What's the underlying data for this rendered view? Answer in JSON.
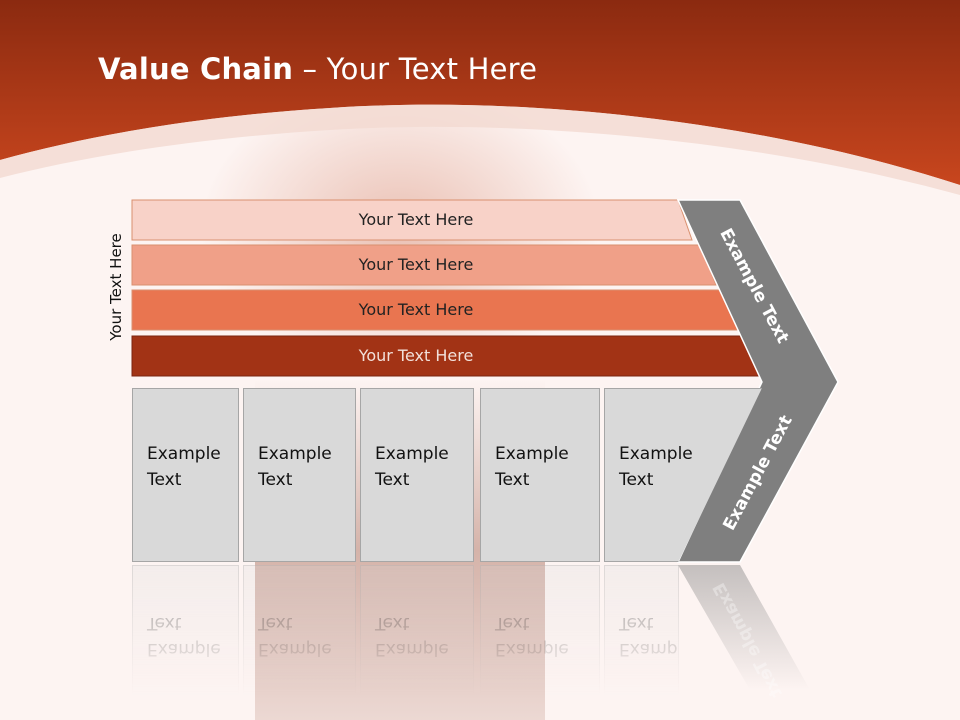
{
  "slide": {
    "title_bold": "Value Chain",
    "title_rest": " – Your Text Here",
    "vertical_label": "Your Text Here"
  },
  "bands": [
    {
      "label": "Your Text Here",
      "color": "#f8d2c8"
    },
    {
      "label": "Your Text Here",
      "color": "#f0a088"
    },
    {
      "label": "Your Text Here",
      "color": "#e97550"
    },
    {
      "label": "Your Text Here",
      "color": "#a23315"
    }
  ],
  "boxes": [
    {
      "line1": "Example",
      "line2": "Text"
    },
    {
      "line1": "Example",
      "line2": "Text"
    },
    {
      "line1": "Example",
      "line2": "Text"
    },
    {
      "line1": "Example",
      "line2": "Text"
    },
    {
      "line1": "Example",
      "line2": "Text"
    }
  ],
  "chevron": {
    "upper_label": "Example Text",
    "lower_label": "Example Text",
    "color": "#7f7f7f"
  },
  "theme": {
    "header_dark": "#8b2a10",
    "header_light": "#c8441c",
    "band_text_dark": "#222222",
    "band_text_light": "#f2e0da"
  }
}
